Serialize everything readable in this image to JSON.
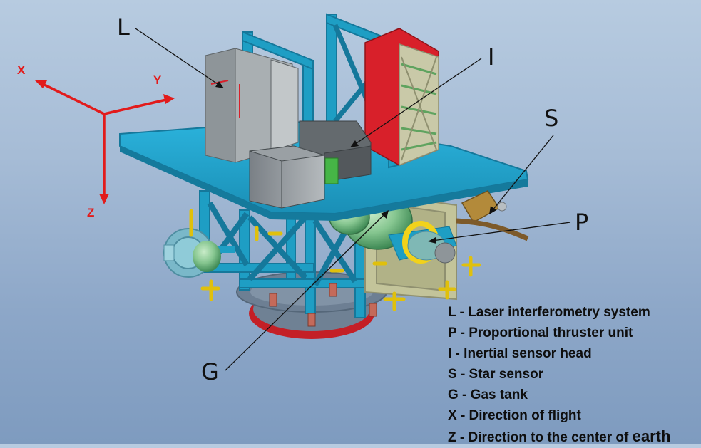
{
  "axes": {
    "x": "X",
    "y": "Y",
    "z": "Z"
  },
  "callouts": {
    "L": "L",
    "I": "I",
    "S": "S",
    "P": "P",
    "G": "G"
  },
  "legend": [
    {
      "text": "L - Laser interferometry system"
    },
    {
      "text": "P - Proportional thruster unit"
    },
    {
      "text": "I  - Inertial sensor head"
    },
    {
      "text": "S - Star sensor"
    },
    {
      "text": "G - Gas tank"
    },
    {
      "text": "X - Direction of flight"
    },
    {
      "text": "Z - Direction to the center of ",
      "emph": "earth"
    }
  ],
  "colors": {
    "structure": "#1e9ec4",
    "structure_dark": "#15789b",
    "axis": "#e21b1b",
    "electronics_red": "#d8202a",
    "fitting_yellow": "#f2d21b",
    "tank_green": "#86c690",
    "box_grey": "#9aa0a4"
  }
}
